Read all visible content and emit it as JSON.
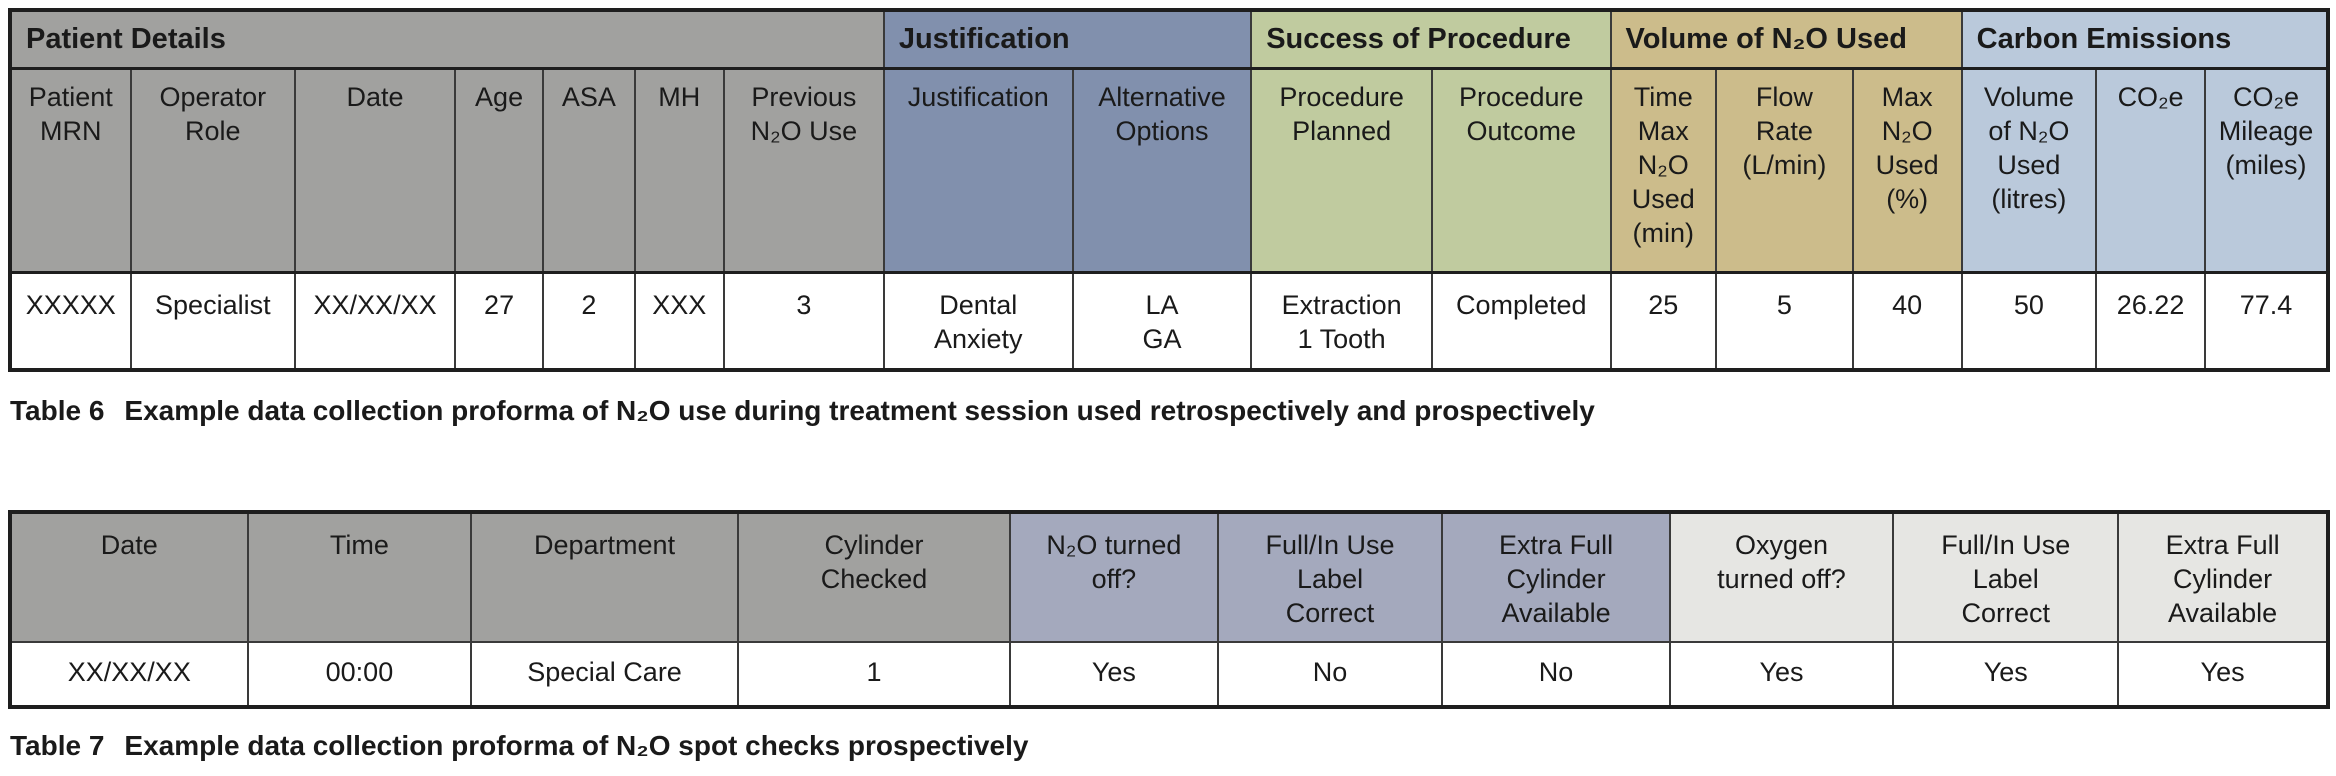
{
  "colors": {
    "patient_details_gray": "#A1A19F",
    "justification_blue": "#8190AD",
    "success_green": "#C0CB9F",
    "volume_tan": "#CCBC8B",
    "carbon_emissions_blue": "#BAC9DB",
    "n2o_check_lavender": "#A4A9BD",
    "oxygen_check_lightgray": "#E6E6E3",
    "border_dark": "#1e1e1e"
  },
  "table6": {
    "caption_label": "Table 6",
    "caption_text": "Example data collection proforma of N₂O use during treatment session used retrospectively and prospectively",
    "groups": [
      "Patient Details",
      "Justification",
      "Success of Procedure",
      "Volume of N₂O Used",
      "Carbon Emissions"
    ],
    "columns": [
      "Patient\nMRN",
      "Operator\nRole",
      "Date",
      "Age",
      "ASA",
      "MH",
      "Previous\nN₂O Use",
      "Justification",
      "Alternative\nOptions",
      "Procedure\nPlanned",
      "Procedure\nOutcome",
      "Time\nMax\nN₂O\nUsed\n(min)",
      "Flow\nRate\n(L/min)",
      "Max\nN₂O\nUsed\n(%)",
      "Volume\nof N₂O\nUsed\n(litres)",
      "CO₂e",
      "CO₂e\nMileage\n(miles)"
    ],
    "row": [
      "XXXXX",
      "Specialist",
      "XX/XX/XX",
      "27",
      "2",
      "XXX",
      "3",
      "Dental\nAnxiety",
      "LA\nGA",
      "Extraction\n1 Tooth",
      "Completed",
      "25",
      "5",
      "40",
      "50",
      "26.22",
      "77.4"
    ]
  },
  "table7": {
    "caption_label": "Table 7",
    "caption_text": "Example data collection proforma of N₂O spot checks prospectively",
    "columns": [
      "Date",
      "Time",
      "Department",
      "Cylinder\nChecked",
      "N₂O turned\noff?",
      "Full/In Use\nLabel\nCorrect",
      "Extra Full\nCylinder\nAvailable",
      "Oxygen\nturned off?",
      "Full/In Use\nLabel\nCorrect",
      "Extra Full\nCylinder\nAvailable"
    ],
    "row": [
      "XX/XX/XX",
      "00:00",
      "Special Care",
      "1",
      "Yes",
      "No",
      "No",
      "Yes",
      "Yes",
      "Yes"
    ]
  }
}
